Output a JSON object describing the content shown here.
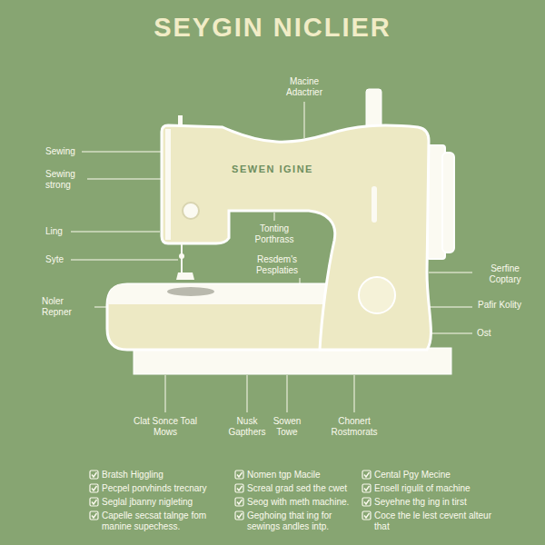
{
  "diagram": {
    "title": "SEYGIN NICLIER",
    "labels": [
      "Macine Adactrier",
      "Sewing",
      "Sewing strong",
      "Ling",
      "Syte",
      "Noler Repner",
      "SEWEN IGINE",
      "Tonting Porthrass",
      "Resdem's Pesplaties",
      "Serfine Coptary",
      "Pafir Kolity",
      "Ost",
      "Clat Sonce Toal Mows",
      "Nusk Gapthers",
      "Sowen Towe",
      "Chonert Rostmorats",
      "Bratsh Higgling",
      "Pecpel porvhinds trecnary",
      "Seglal jbanny nigleting",
      "Capelle secsat talnge fom manine supechess.",
      "Nomen tgp Macile",
      "Screal grad sed the cwet",
      "Seog with meth machine.",
      "Geghoing that ing for sewings andles intp.",
      "Cental Pgy Mecine",
      "Ensell rigulit of machine",
      "Seyehne thg ing in tirst",
      "Coce the le lest cevent alteur that"
    ]
  }
}
